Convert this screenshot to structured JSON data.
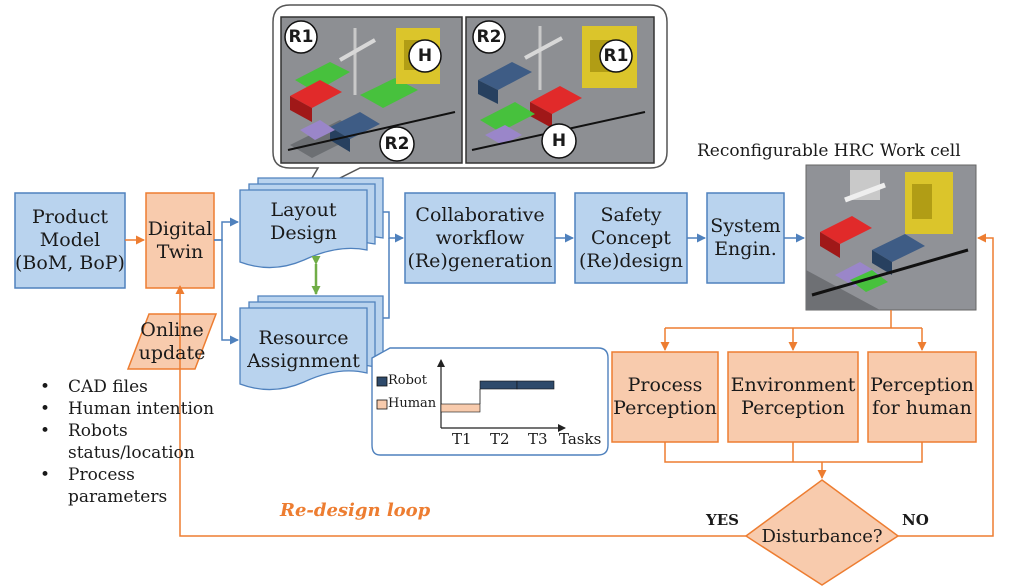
{
  "colors": {
    "blue_fill": "#b9d3ee",
    "blue_stroke": "#4f81bd",
    "orange_fill": "#f8cbad",
    "orange_stroke": "#ed7d31",
    "bar_dark": "#2e4a6b",
    "bar_light": "#f8cbad"
  },
  "boxes": {
    "product_model": "Product\nModel\n(BoM, BoP)",
    "digital_twin": "Digital\nTwin",
    "layout_design": "Layout\nDesign",
    "resource_assignment": "Resource\nAssignment",
    "collaborative_workflow": "Collaborative\nworkflow\n(Re)generation",
    "safety_concept": "Safety\nConcept\n(Re)design",
    "system_engin": "System\nEngin.",
    "online_update": "Online\nupdate",
    "process_perception": "Process\nPerception",
    "environment_perception": "Environment\nPerception",
    "perception_human": "Perception\nfor human",
    "disturbance": "Disturbance?"
  },
  "workcell_title": "Reconfigurable HRC Work cell",
  "layout_badges": {
    "left": [
      "R1",
      "H",
      "R2"
    ],
    "right": [
      "R2",
      "R1",
      "H"
    ]
  },
  "online_update_items": [
    "CAD files",
    "Human  intention",
    "Robots\nstatus/location",
    "Process\nparameters"
  ],
  "loop_label": "Re-design loop",
  "decision": {
    "yes": "YES",
    "no": "NO"
  },
  "gantt": {
    "legend": [
      "Robot",
      "Human"
    ],
    "ticks": [
      "T1",
      "T2",
      "T3"
    ],
    "axis_label": "Tasks"
  },
  "chart_data": {
    "type": "bar",
    "categories": [
      "T1",
      "T2",
      "T3"
    ],
    "series": [
      {
        "name": "Robot",
        "start": [
          "T2",
          "T3"
        ]
      },
      {
        "name": "Human",
        "start": [
          "T1"
        ]
      }
    ]
  }
}
